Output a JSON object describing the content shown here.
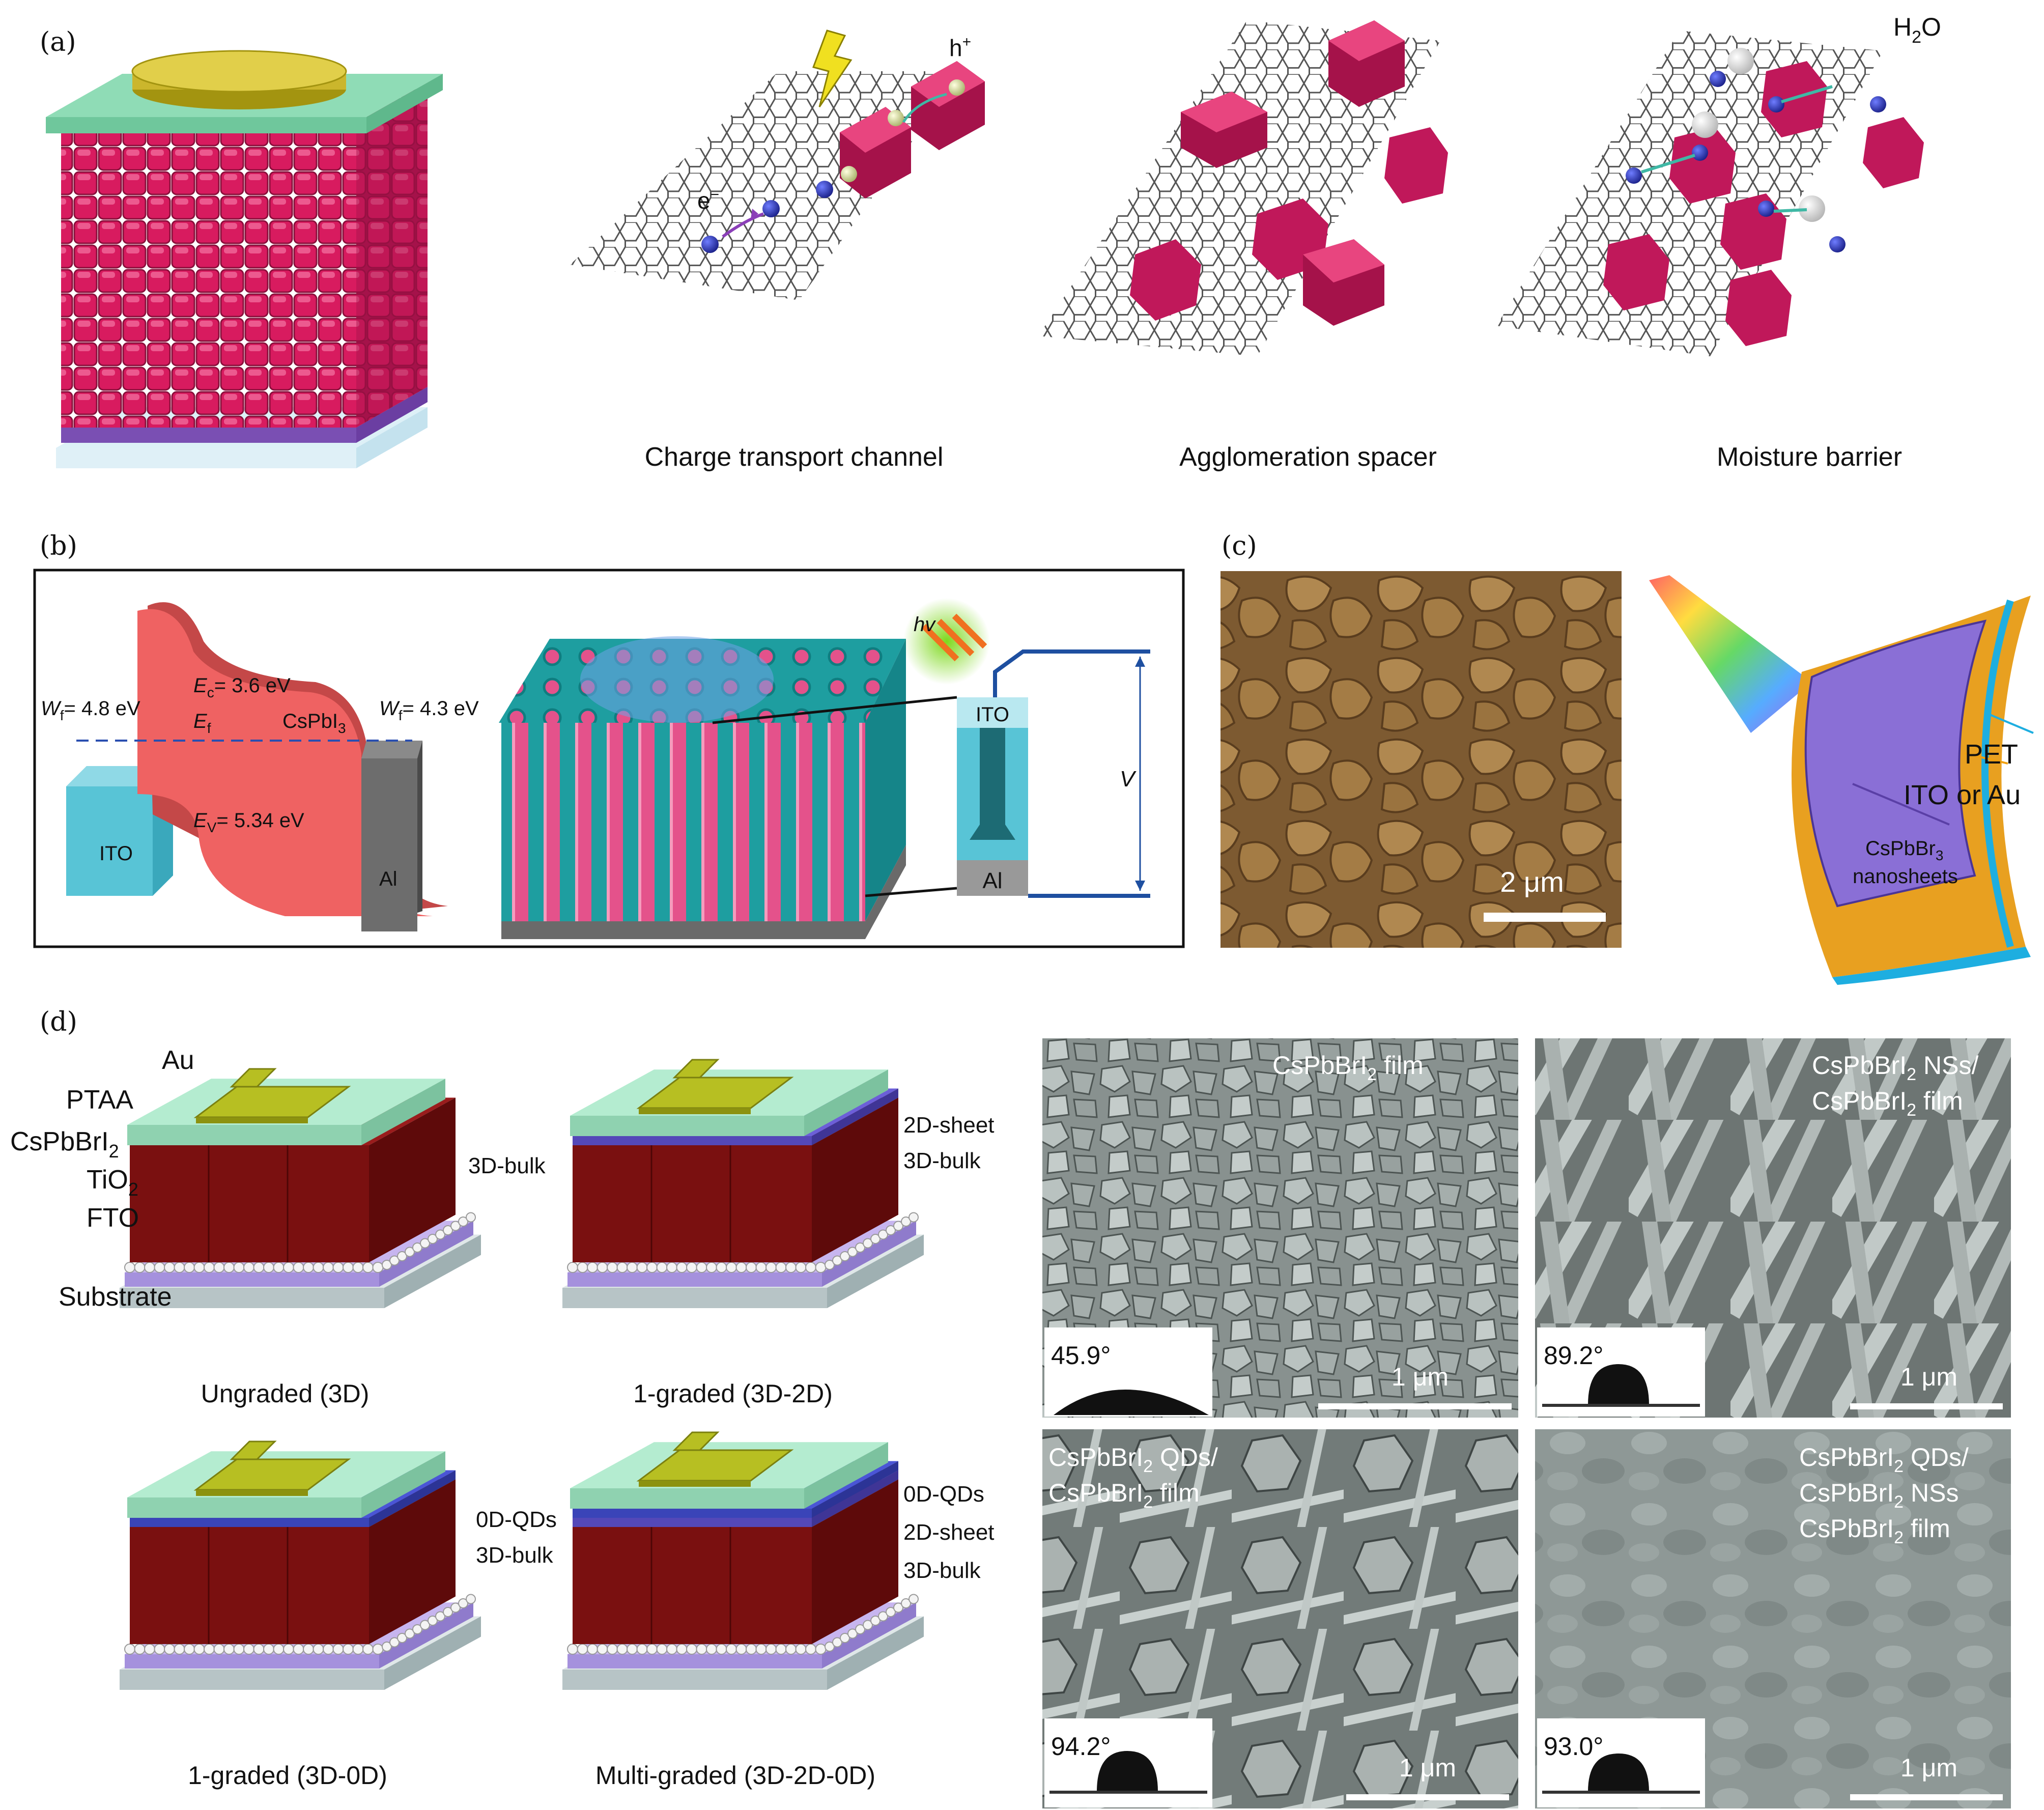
{
  "panel_a": {
    "label": "(a)",
    "captions": [
      "Charge transport channel",
      "Agglomeration spacer",
      "Moisture barrier"
    ],
    "electron": "e",
    "electron_sup": "−",
    "hole": "h",
    "hole_sup": "+",
    "water": "H",
    "water_sub": "2",
    "water_end": "O"
  },
  "panel_b": {
    "label": "(b)",
    "wf_left": "= 4.8 eV",
    "wf_right": "= 4.3 eV",
    "ec": "= 3.6 eV",
    "ev": "= 5.34 eV",
    "ef": "E",
    "ef_sub": "f",
    "material": "CsPbI",
    "material_sub": "3",
    "ito": "ITO",
    "al": "Al",
    "ito_device": "ITO",
    "al_device": "Al",
    "hv": "hv",
    "voltage": "V"
  },
  "panel_c": {
    "label": "(c)",
    "scale": "2 μm",
    "pet": "PET",
    "electrode": "ITO or Au",
    "nano_line1": "CsPbBr",
    "nano_sub": "3",
    "nano_line2": "nanosheets"
  },
  "panel_d": {
    "label": "(d)",
    "layers": {
      "au": "Au",
      "ptaa": "PTAA",
      "cspb": "CsPbBrI",
      "cspb_sub": "2",
      "tio": "TiO",
      "tio_sub": "2",
      "fto": "FTO",
      "substrate": "Substrate"
    },
    "device_captions": [
      "Ungraded (3D)",
      "1-graded (3D-2D)",
      "1-graded (3D-0D)",
      "Multi-graded (3D-2D-0D)"
    ],
    "side_labels": {
      "bulk": "3D-bulk",
      "sheet": "2D-sheet",
      "qds": "0D-QDs"
    },
    "sem_scale": "1 μm",
    "angles": [
      "45.9°",
      "89.2°",
      "94.2°",
      "93.0°"
    ],
    "sem1": [
      "CsPbBrI",
      "2",
      " film"
    ],
    "sem2": [
      "CsPbBrI",
      "2",
      " NSs/",
      "CsPbBrI",
      "2",
      " film"
    ],
    "sem3": [
      "CsPbBrI",
      "2",
      " QDs/",
      "CsPbBrI",
      "2",
      " film"
    ],
    "sem4": [
      "CsPbBrI",
      "2",
      " QDs/",
      "CsPbBrI",
      "2",
      " NSs",
      "CsPbBrI",
      "2",
      " film"
    ]
  },
  "colors": {
    "perovskite": "#d81b5f",
    "graphene": "#555555",
    "band": "#ef6262",
    "ito": "#58c4d6",
    "al": "#666666",
    "device_red": "#7a1010",
    "device_green": "#9fd9b4",
    "electrode_gold": "#a9ad1b",
    "sem_brown": "#8a6437",
    "sem_gray": "#8f9a98"
  }
}
